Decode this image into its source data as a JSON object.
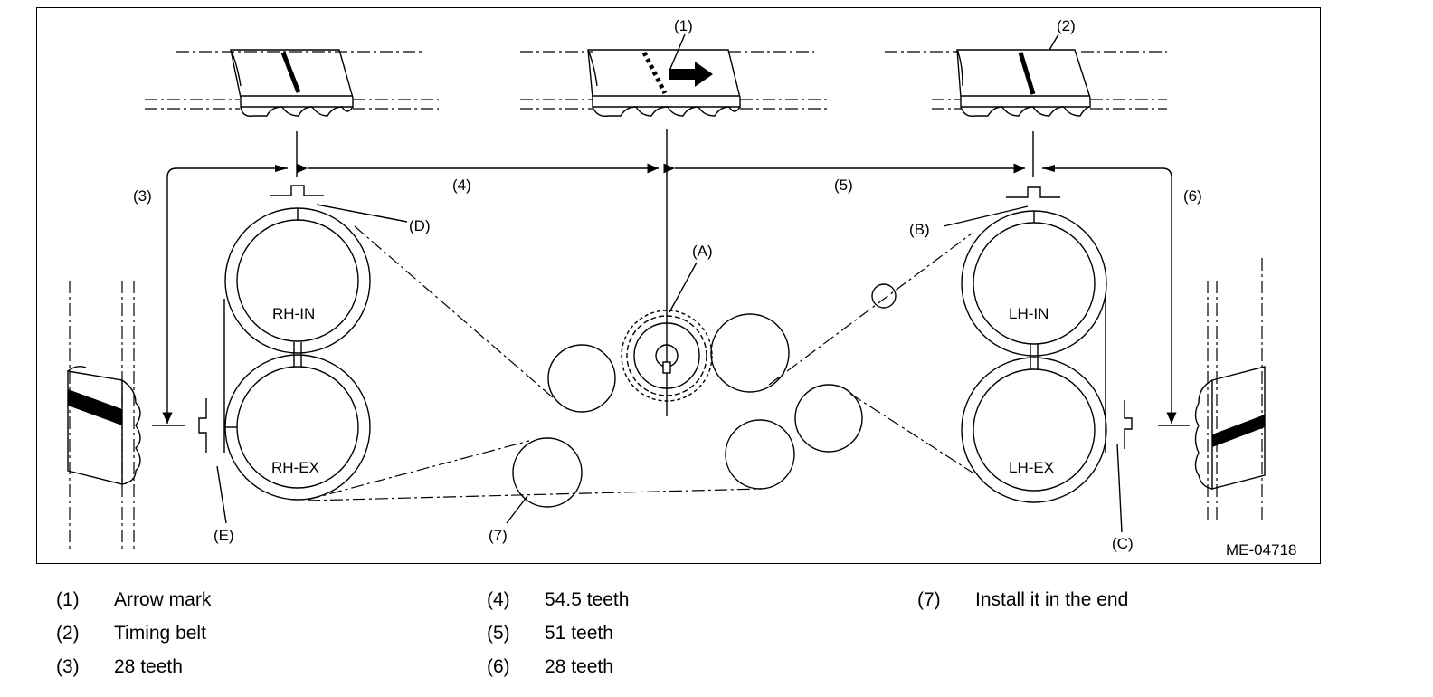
{
  "diagram": {
    "id_code": "ME-04718",
    "callouts": {
      "c1": "(1)",
      "c2": "(2)",
      "c3": "(3)",
      "c4": "(4)",
      "c5": "(5)",
      "c6": "(6)",
      "c7": "(7)",
      "A": "(A)",
      "B": "(B)",
      "C": "(C)",
      "D": "(D)",
      "E": "(E)"
    },
    "gears": {
      "rh_in": "RH-IN",
      "rh_ex": "RH-EX",
      "lh_in": "LH-IN",
      "lh_ex": "LH-EX"
    }
  },
  "legend": [
    {
      "num": "(1)",
      "text": "Arrow mark"
    },
    {
      "num": "(2)",
      "text": "Timing belt"
    },
    {
      "num": "(3)",
      "text": "28 teeth"
    },
    {
      "num": "(4)",
      "text": "54.5 teeth"
    },
    {
      "num": "(5)",
      "text": "51 teeth"
    },
    {
      "num": "(6)",
      "text": "28 teeth"
    },
    {
      "num": "(7)",
      "text": "Install it in the end"
    }
  ]
}
